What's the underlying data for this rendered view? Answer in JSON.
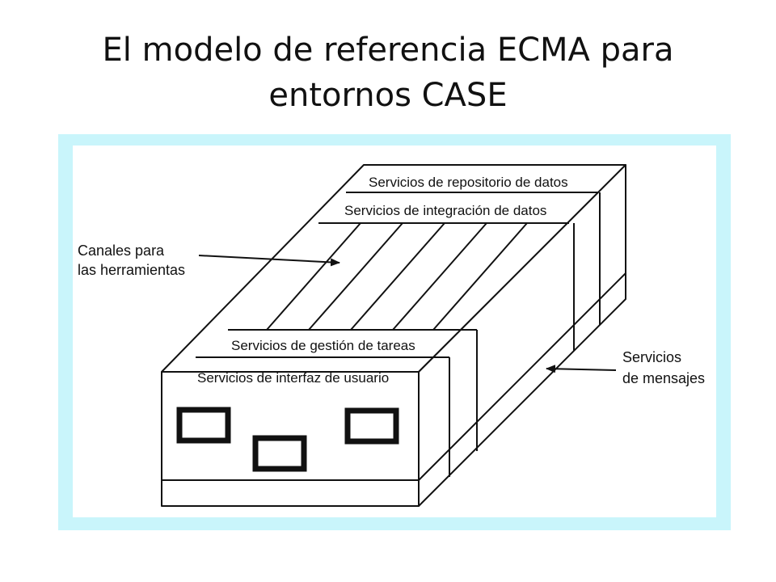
{
  "title": {
    "line1": "El modelo de referencia ECMA para",
    "line2": "entornos CASE"
  },
  "diagram": {
    "repository_label": "Servicios de repositorio de datos",
    "integration_label": "Servicios de integración de datos",
    "task_label": "Servicios de gestión de tareas",
    "ui_label": "Servicios de interfaz de usuario",
    "tool_channels_line1": "Canales para",
    "tool_channels_line2": "las herramientas",
    "messages_line1": "Servicios",
    "messages_line2": "de mensajes"
  },
  "colors": {
    "frame": "#c9f5fb",
    "ink": "#111111"
  }
}
